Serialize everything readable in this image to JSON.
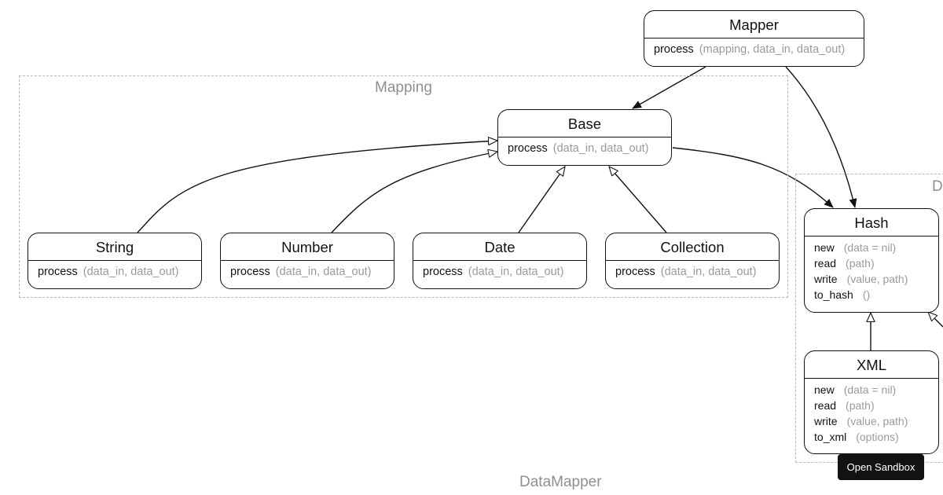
{
  "diagram": {
    "graph_label": "DataMapper",
    "clusters": {
      "mapping": {
        "label": "Mapping"
      },
      "data": {
        "label": "D"
      }
    },
    "nodes": {
      "mapper": {
        "title": "Mapper",
        "methods": [
          {
            "name": "process",
            "args": "(mapping, data_in, data_out)"
          }
        ]
      },
      "base": {
        "title": "Base",
        "methods": [
          {
            "name": "process",
            "args": "(data_in, data_out)"
          }
        ]
      },
      "string": {
        "title": "String",
        "methods": [
          {
            "name": "process",
            "args": "(data_in, data_out)"
          }
        ]
      },
      "number": {
        "title": "Number",
        "methods": [
          {
            "name": "process",
            "args": "(data_in, data_out)"
          }
        ]
      },
      "date": {
        "title": "Date",
        "methods": [
          {
            "name": "process",
            "args": "(data_in, data_out)"
          }
        ]
      },
      "collection": {
        "title": "Collection",
        "methods": [
          {
            "name": "process",
            "args": "(data_in, data_out)"
          }
        ]
      },
      "hash": {
        "title": "Hash",
        "methods": [
          {
            "name": "new",
            "args": "(data = nil)"
          },
          {
            "name": "read",
            "args": "(path)"
          },
          {
            "name": "write",
            "args": "(value, path)"
          },
          {
            "name": "to_hash",
            "args": "()"
          }
        ]
      },
      "xml": {
        "title": "XML",
        "methods": [
          {
            "name": "new",
            "args": "(data = nil)"
          },
          {
            "name": "read",
            "args": "(path)"
          },
          {
            "name": "write",
            "args": "(value, path)"
          },
          {
            "name": "to_xml",
            "args": "(options)"
          }
        ]
      }
    },
    "edges": [
      {
        "from": "Mapper",
        "to": "Base",
        "kind": "association"
      },
      {
        "from": "Mapper",
        "to": "Hash",
        "kind": "association"
      },
      {
        "from": "Base",
        "to": "Hash",
        "kind": "association"
      },
      {
        "from": "String",
        "to": "Base",
        "kind": "inheritance"
      },
      {
        "from": "Number",
        "to": "Base",
        "kind": "inheritance"
      },
      {
        "from": "Date",
        "to": "Base",
        "kind": "inheritance"
      },
      {
        "from": "Collection",
        "to": "Base",
        "kind": "inheritance"
      },
      {
        "from": "XML",
        "to": "Hash",
        "kind": "inheritance"
      }
    ]
  },
  "ui": {
    "sandbox_button": "Open Sandbox"
  }
}
